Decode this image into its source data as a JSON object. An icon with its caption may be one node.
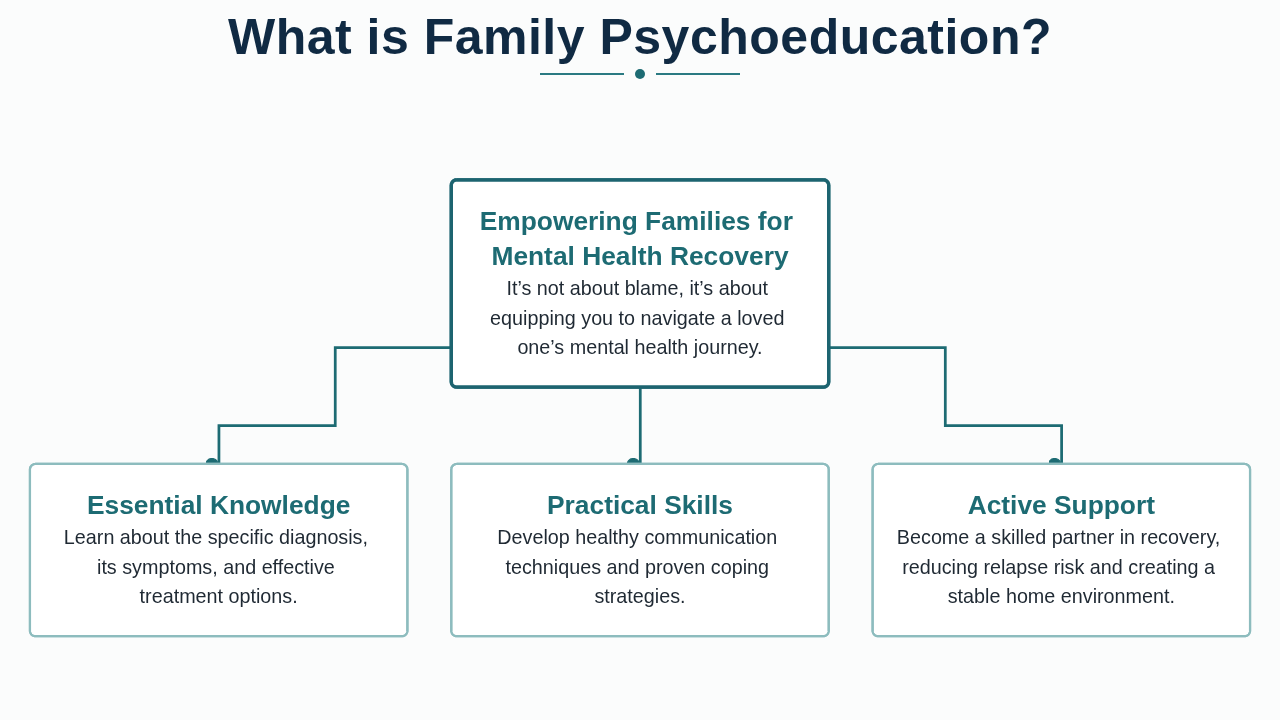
{
  "diagram": {
    "title": "What is Family Psychoeducation?",
    "nodes": [
      {
        "text": [
          "Empowering Families for Mental Health Recovery",
          "It’s not about blame, it’s about equipping you to navigate a loved one’s mental health journey."
        ]
      },
      {
        "text": [
          "Essential Knowledge",
          "Learn about the specific diagnosis, its symptoms, and effective treatment options."
        ]
      },
      {
        "text": [
          "Practical Skills",
          "Develop healthy communication techniques and proven coping strategies."
        ]
      },
      {
        "text": [
          "Active Support",
          "Become a skilled partner in recovery, reducing relapse risk and creating a stable home environment."
        ]
      }
    ],
    "edges": [
      {
        "from": 0,
        "to": 1,
        "arrow": "other"
      },
      {
        "from": 0,
        "to": 2,
        "arrow": "other"
      },
      {
        "from": 0,
        "to": 3,
        "arrow": "other"
      }
    ]
  }
}
